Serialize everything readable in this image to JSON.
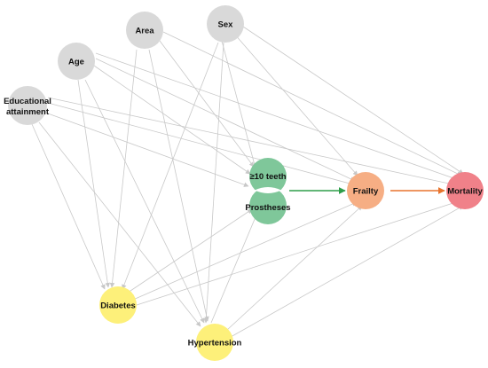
{
  "diagram": {
    "nodes": {
      "area": {
        "label": "Area",
        "color": "#d9d9d9"
      },
      "sex": {
        "label": "Sex",
        "color": "#d9d9d9"
      },
      "age": {
        "label": "Age",
        "color": "#d9d9d9"
      },
      "education": {
        "label_line1": "Educational",
        "label_line2": "attainment",
        "color": "#d9d9d9"
      },
      "teeth": {
        "label": "≥10 teeth",
        "color": "#7fc79a"
      },
      "prostheses": {
        "label": "Prostheses",
        "color": "#7fc79a"
      },
      "frailty": {
        "label": "Frailty",
        "color": "#f6ae84"
      },
      "mortality": {
        "label": "Mortality",
        "color": "#f08189"
      },
      "diabetes": {
        "label": "Diabetes",
        "color": "#fdf07a"
      },
      "hypertension": {
        "label": "Hypertension",
        "color": "#fdf07a"
      }
    },
    "edge_color": "#c8c8c8",
    "highlight_edges": {
      "teeth_to_frailty": {
        "color": "#2e9e4a"
      },
      "frailty_to_mortality": {
        "color": "#e8742e"
      }
    }
  }
}
